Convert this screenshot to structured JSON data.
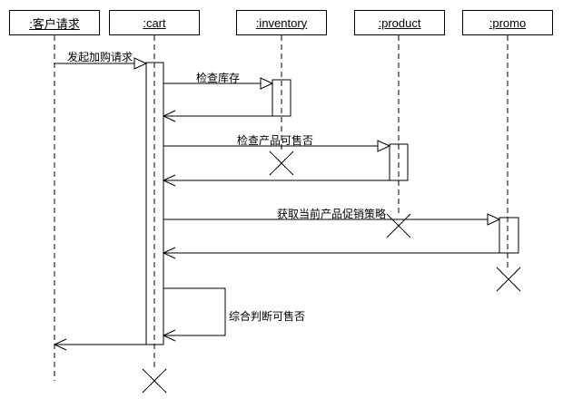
{
  "diagram": {
    "type": "uml-sequence-diagram",
    "colors": {
      "stroke": "#000000",
      "background": "#ffffff",
      "text": "#000000"
    },
    "lifelines": [
      {
        "id": "customer",
        "label": ":客户请求",
        "destroyed": false
      },
      {
        "id": "cart",
        "label": ":cart",
        "destroyed": true
      },
      {
        "id": "inventory",
        "label": ":inventory",
        "destroyed": true
      },
      {
        "id": "product",
        "label": ":product",
        "destroyed": true
      },
      {
        "id": "promo",
        "label": ":promo",
        "destroyed": true
      }
    ],
    "messages": [
      {
        "label": "发起加购请求",
        "from": ":客户请求",
        "to": ":cart",
        "type": "async"
      },
      {
        "label": "检查库存",
        "from": ":cart",
        "to": ":inventory",
        "type": "async"
      },
      {
        "label": "",
        "from": ":inventory",
        "to": ":cart",
        "type": "return"
      },
      {
        "label": "检查产品可售否",
        "from": ":cart",
        "to": ":product",
        "type": "async"
      },
      {
        "label": "",
        "from": ":product",
        "to": ":cart",
        "type": "return"
      },
      {
        "label": "获取当前产品促销策略",
        "from": ":cart",
        "to": ":promo",
        "type": "async"
      },
      {
        "label": "",
        "from": ":promo",
        "to": ":cart",
        "type": "return"
      },
      {
        "label": "综合判断可售否",
        "from": ":cart",
        "to": ":cart",
        "type": "self"
      },
      {
        "label": "",
        "from": ":cart",
        "to": ":客户请求",
        "type": "return"
      }
    ]
  }
}
